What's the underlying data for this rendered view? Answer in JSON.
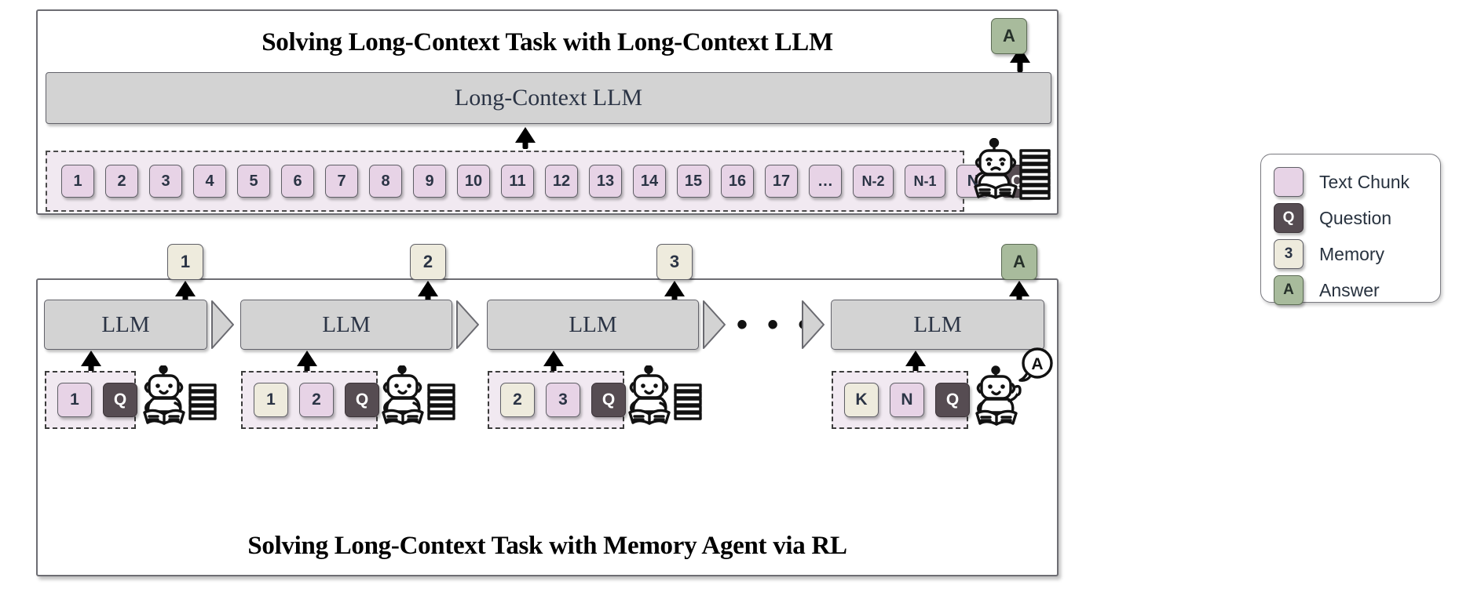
{
  "legend": {
    "items": [
      {
        "glyph": "",
        "label": "Text Chunk",
        "kind": "chunk"
      },
      {
        "glyph": "Q",
        "label": "Question",
        "kind": "question"
      },
      {
        "glyph": "3",
        "label": "Memory",
        "kind": "memory"
      },
      {
        "glyph": "A",
        "label": "Answer",
        "kind": "answer"
      }
    ]
  },
  "colors": {
    "text_chunk": "#e7d3e6",
    "memory": "#eeebdd",
    "question": "#564c52",
    "answer": "#a8bb9c",
    "llm_box": "#d3d3d3",
    "strip_bg": "#f1e9f1",
    "panel_border": "#6d6d73",
    "text_dark": "#2b3445"
  },
  "top_panel": {
    "title": "Solving Long-Context Task with Long-Context LLM",
    "llm_label": "Long-Context LLM",
    "context_tiles": [
      {
        "label": "1",
        "kind": "chunk"
      },
      {
        "label": "2",
        "kind": "chunk"
      },
      {
        "label": "3",
        "kind": "chunk"
      },
      {
        "label": "4",
        "kind": "chunk"
      },
      {
        "label": "5",
        "kind": "chunk"
      },
      {
        "label": "6",
        "kind": "chunk"
      },
      {
        "label": "7",
        "kind": "chunk"
      },
      {
        "label": "8",
        "kind": "chunk"
      },
      {
        "label": "9",
        "kind": "chunk"
      },
      {
        "label": "10",
        "kind": "chunk"
      },
      {
        "label": "11",
        "kind": "chunk"
      },
      {
        "label": "12",
        "kind": "chunk"
      },
      {
        "label": "13",
        "kind": "chunk"
      },
      {
        "label": "14",
        "kind": "chunk"
      },
      {
        "label": "15",
        "kind": "chunk"
      },
      {
        "label": "16",
        "kind": "chunk"
      },
      {
        "label": "17",
        "kind": "chunk"
      },
      {
        "label": "…",
        "kind": "chunk"
      },
      {
        "label": "N-2",
        "kind": "chunk"
      },
      {
        "label": "N-1",
        "kind": "chunk"
      },
      {
        "label": "N",
        "kind": "chunk"
      },
      {
        "label": "Q",
        "kind": "question"
      }
    ],
    "answer_tile": {
      "label": "A",
      "kind": "answer"
    },
    "robot": "worried-robot-with-book-stack-icon"
  },
  "bottom_panel": {
    "title": "Solving Long-Context Task with Memory Agent via RL",
    "ellipsis": "• • •",
    "steps": [
      {
        "llm_label": "LLM",
        "output": {
          "label": "1",
          "kind": "memory"
        },
        "inputs": [
          {
            "label": "1",
            "kind": "chunk"
          },
          {
            "label": "Q",
            "kind": "question"
          }
        ],
        "robot": "writing-robot-with-book-stack-icon"
      },
      {
        "llm_label": "LLM",
        "output": {
          "label": "2",
          "kind": "memory"
        },
        "inputs": [
          {
            "label": "1",
            "kind": "memory"
          },
          {
            "label": "2",
            "kind": "chunk"
          },
          {
            "label": "Q",
            "kind": "question"
          }
        ],
        "robot": "writing-robot-with-book-stack-icon"
      },
      {
        "llm_label": "LLM",
        "output": {
          "label": "3",
          "kind": "memory"
        },
        "inputs": [
          {
            "label": "2",
            "kind": "memory"
          },
          {
            "label": "3",
            "kind": "chunk"
          },
          {
            "label": "Q",
            "kind": "question"
          }
        ],
        "robot": "writing-robot-with-book-stack-icon"
      },
      {
        "llm_label": "LLM",
        "output": {
          "label": "A",
          "kind": "answer"
        },
        "inputs": [
          {
            "label": "K",
            "kind": "memory"
          },
          {
            "label": "N",
            "kind": "chunk"
          },
          {
            "label": "Q",
            "kind": "question"
          }
        ],
        "robot": "answering-robot-with-speech-bubble-icon",
        "speech_bubble": "A"
      }
    ]
  }
}
